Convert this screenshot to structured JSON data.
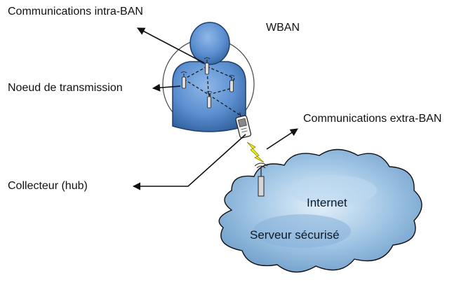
{
  "labels": {
    "intra_ban": "Communications intra-BAN",
    "wban": "WBAN",
    "transmission_node": "Noeud de transmission",
    "extra_ban": "Communications extra-BAN",
    "hub": "Collecteur (hub)",
    "internet": "Internet",
    "secure_server": "Serveur sécurisé"
  },
  "colors": {
    "body": "#5b8fd0",
    "body_dark": "#2c5a96",
    "cloud_light": "#e4f0fa",
    "cloud_mid": "#9ec4e4",
    "cloud_dark": "#5f8fbf",
    "lightning": "#f2ec1a",
    "line": "#111111"
  },
  "icons": [
    "sensor-node-icon",
    "hub-device-icon",
    "lightning-icon",
    "antenna-icon",
    "cloud-icon",
    "person-silhouette-icon"
  ]
}
